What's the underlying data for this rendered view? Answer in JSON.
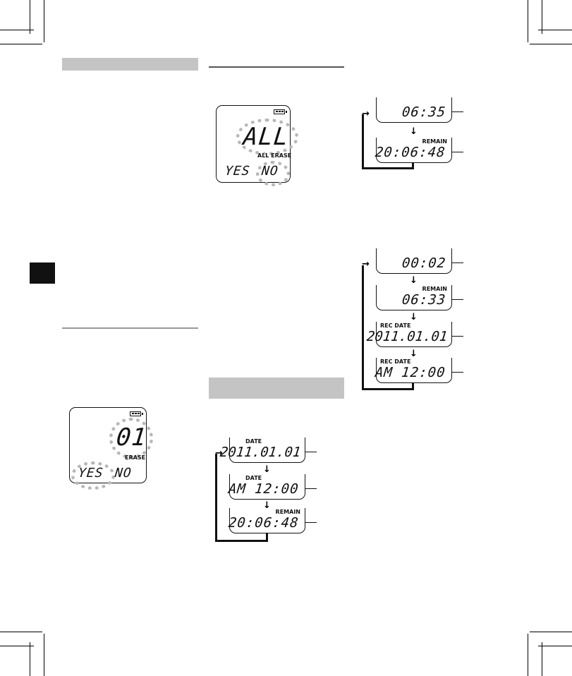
{
  "erase_all_display": {
    "main": "ALL",
    "label": "ALL ERASE",
    "yes": "YES",
    "no": "NO"
  },
  "erase_file_display": {
    "main": "01",
    "label": "ERASE",
    "yes": "YES",
    "no": "NO"
  },
  "stop_mode_flow": [
    {
      "label": "",
      "value": "06:35"
    },
    {
      "label": "REMAIN",
      "value": "20:06:48"
    }
  ],
  "play_mode_flow": [
    {
      "label": "",
      "value": "00:02"
    },
    {
      "label": "REMAIN",
      "value": "06:33"
    },
    {
      "label": "REC DATE",
      "value": "2011.01.01"
    },
    {
      "label": "REC DATE",
      "value": "AM 12:00"
    }
  ],
  "date_flow": [
    {
      "label": "DATE",
      "value": "2011.01.01"
    },
    {
      "label": "DATE",
      "value": "AM 12:00"
    },
    {
      "label": "REMAIN",
      "value": "20:06:48"
    }
  ],
  "colors": {
    "header_bar": "#c4c4c4",
    "flash": "#b8b8b8",
    "ink": "#111111"
  },
  "icons": {
    "flow_arrow": "down-arrow-icon",
    "battery": "battery-icon"
  }
}
